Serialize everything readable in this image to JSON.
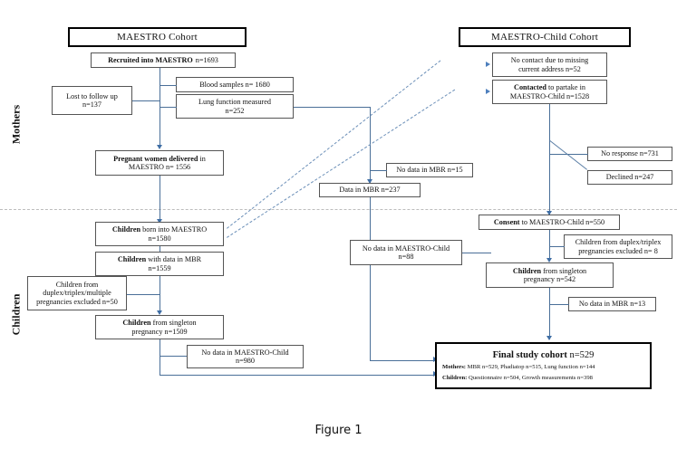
{
  "figure": {
    "caption": "Figure 1",
    "accent_color": "#5b7fa6",
    "dashed_color": "#6b8fb8"
  },
  "side_labels": {
    "mothers": "Mothers",
    "children": "Children"
  },
  "titles": {
    "left_cohort": "MAESTRO  Cohort",
    "right_cohort": "MAESTRO-Child  Cohort"
  },
  "mothers_flow": {
    "recruited": "Recruited into MAESTRO n=1693",
    "recruited_bold": "Recruited into MAESTRO",
    "recruited_n": "n=1693",
    "lost_line1": "Lost to follow up",
    "lost_line2": "n=137",
    "blood_samples": "Blood samples  n= 1680",
    "lung_function_line1": "Lung function measured",
    "lung_function_line2": "n=252",
    "pregnant_line1_bold": "Pregnant women delivered",
    "pregnant_line1_rest": "  in",
    "pregnant_line2": "MAESTRO n= 1556"
  },
  "mbr_flow": {
    "no_data_mbr_15": "No data in MBR n=15",
    "data_mbr_237": "Data in MBR n=237"
  },
  "children_flow": {
    "born_bold": "Children",
    "born_rest": " born into MAESTRO",
    "born_n": "n=1580",
    "with_data_bold": "Children",
    "with_data_rest": " with data in MBR",
    "with_data_n": "n=1559",
    "excluded_line1": "Children from",
    "excluded_line2": "duplex/triplex/multiple",
    "excluded_line3": "pregnancies excluded n=50",
    "singleton_bold": "Children",
    "singleton_rest": " from singleton",
    "singleton_line2": "pregnancy  n=1509",
    "no_data_child_line1": "No data in MAESTRO-Child",
    "no_data_child_line2": "n=980"
  },
  "maestro_child_flow": {
    "no_contact_line1": "No contact due to missing",
    "no_contact_line2": "current address n=52",
    "contacted_bold": "Contacted",
    "contacted_rest": " to partake in",
    "contacted_line2": "MAESTRO-Child n=1528",
    "no_response": "No response n=731",
    "declined": "Declined n=247",
    "consent_bold": "Consent",
    "consent_rest": " to MAESTRO-Child n=550",
    "dup_excluded_line1": "Children from duplex/triplex",
    "dup_excluded_line2": "pregnancies excluded n= 8",
    "singleton_bold": "Children",
    "singleton_rest": " from singleton",
    "singleton_line2": "pregnancy n=542",
    "no_data_mbr_13": "No data in MBR n=13",
    "no_data_child_line1": "No data in MAESTRO-Child",
    "no_data_child_line2": "n=88"
  },
  "final_cohort": {
    "title_bold": "Final study cohort",
    "title_n": " n=529",
    "mothers_label": "Mothers:",
    "mothers_detail": " MBR n=529,  Phadiatop n=515, Lung function n=144",
    "children_label": "Children:",
    "children_detail": " Questionnaire n=504, Growth measurements  n=398"
  }
}
